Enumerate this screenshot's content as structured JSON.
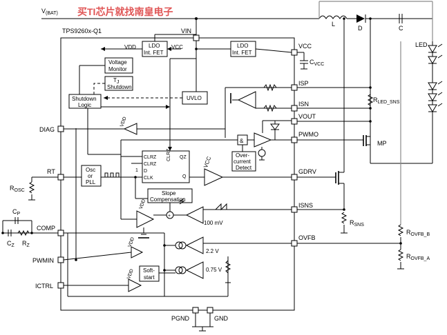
{
  "watermark": "买TI芯片就找南皇电子",
  "supply_label": "V",
  "supply_label_sub": "(BAT)",
  "chip_label": "TPS9260x-Q1",
  "pins": {
    "vin": "VIN",
    "vcc": "VCC",
    "isp": "ISP",
    "isn": "ISN",
    "vout": "VOUT",
    "pwmo": "PWMO",
    "gdrv": "GDRV",
    "isns": "ISNS",
    "ovfb": "OVFB",
    "pgnd": "PGND",
    "gnd": "GND",
    "diag": "DIAG",
    "rt": "RT",
    "comp": "COMP",
    "pwmin": "PWMIN",
    "ictrl": "ICTRL"
  },
  "blocks": {
    "ldo1_line1": "LDO",
    "ldo1_line2": "Int. FET",
    "ldo2_line1": "LDO",
    "ldo2_line2": "Int. FET",
    "vmon_line1": "Voltage",
    "vmon_line2": "Monitor",
    "tj_line1": "T",
    "tj_sub": "J",
    "tj_line2": "Shutdown",
    "sd_line1": "Shutdown",
    "sd_line2": "Logic",
    "uvlo": "UVLO",
    "osc_line1": "Osc",
    "osc_line2": "or",
    "osc_line3": "PLL",
    "slope_line1": "Slope",
    "slope_line2": "Compensation",
    "oc_line1": "Over-",
    "oc_line2": "current",
    "oc_line3": "Detect",
    "ss_line1": "Soft-",
    "ss_line2": "start",
    "and_gate": "&"
  },
  "flipflop": {
    "clrz1": "CLRZ",
    "clrz2": "CLRZ",
    "d": "D",
    "clk": "CLK",
    "qz": "QZ",
    "clrz_top": "CLRZ",
    "q": "Q",
    "one": "1"
  },
  "internal_labels": {
    "vdd_ldo": "VDD",
    "vcc_ldo": "VCC",
    "vcc_drv": "VCC",
    "vdd_diag": "VDD",
    "vdd_slope": "VDD",
    "vdd_pwm": "VDD",
    "vdd_ictrl": "VDD",
    "ref_100mv": "100 mV",
    "ref_2v2": "2.2 V",
    "ref_0v75": "0.75 V"
  },
  "external": {
    "inductor": "L",
    "diode": "D",
    "cap_out": "C",
    "led": "LED",
    "mosfet": "MP",
    "r_led": "R",
    "r_led_sub": "LED_SNS",
    "r_sns": "R",
    "r_sns_sub": "SNS",
    "r_ovfb_b": "R",
    "r_ovfb_b_sub": "OVFB_B",
    "r_ovfb_a": "R",
    "r_ovfb_a_sub": "OVFB_A",
    "c_vcc": "C",
    "c_vcc_sub": "VCC",
    "r_osc": "R",
    "r_osc_sub": "OSC",
    "cp": "C",
    "cp_sub": "P",
    "cz": "C",
    "cz_sub": "Z",
    "rz": "R",
    "rz_sub": "Z"
  }
}
